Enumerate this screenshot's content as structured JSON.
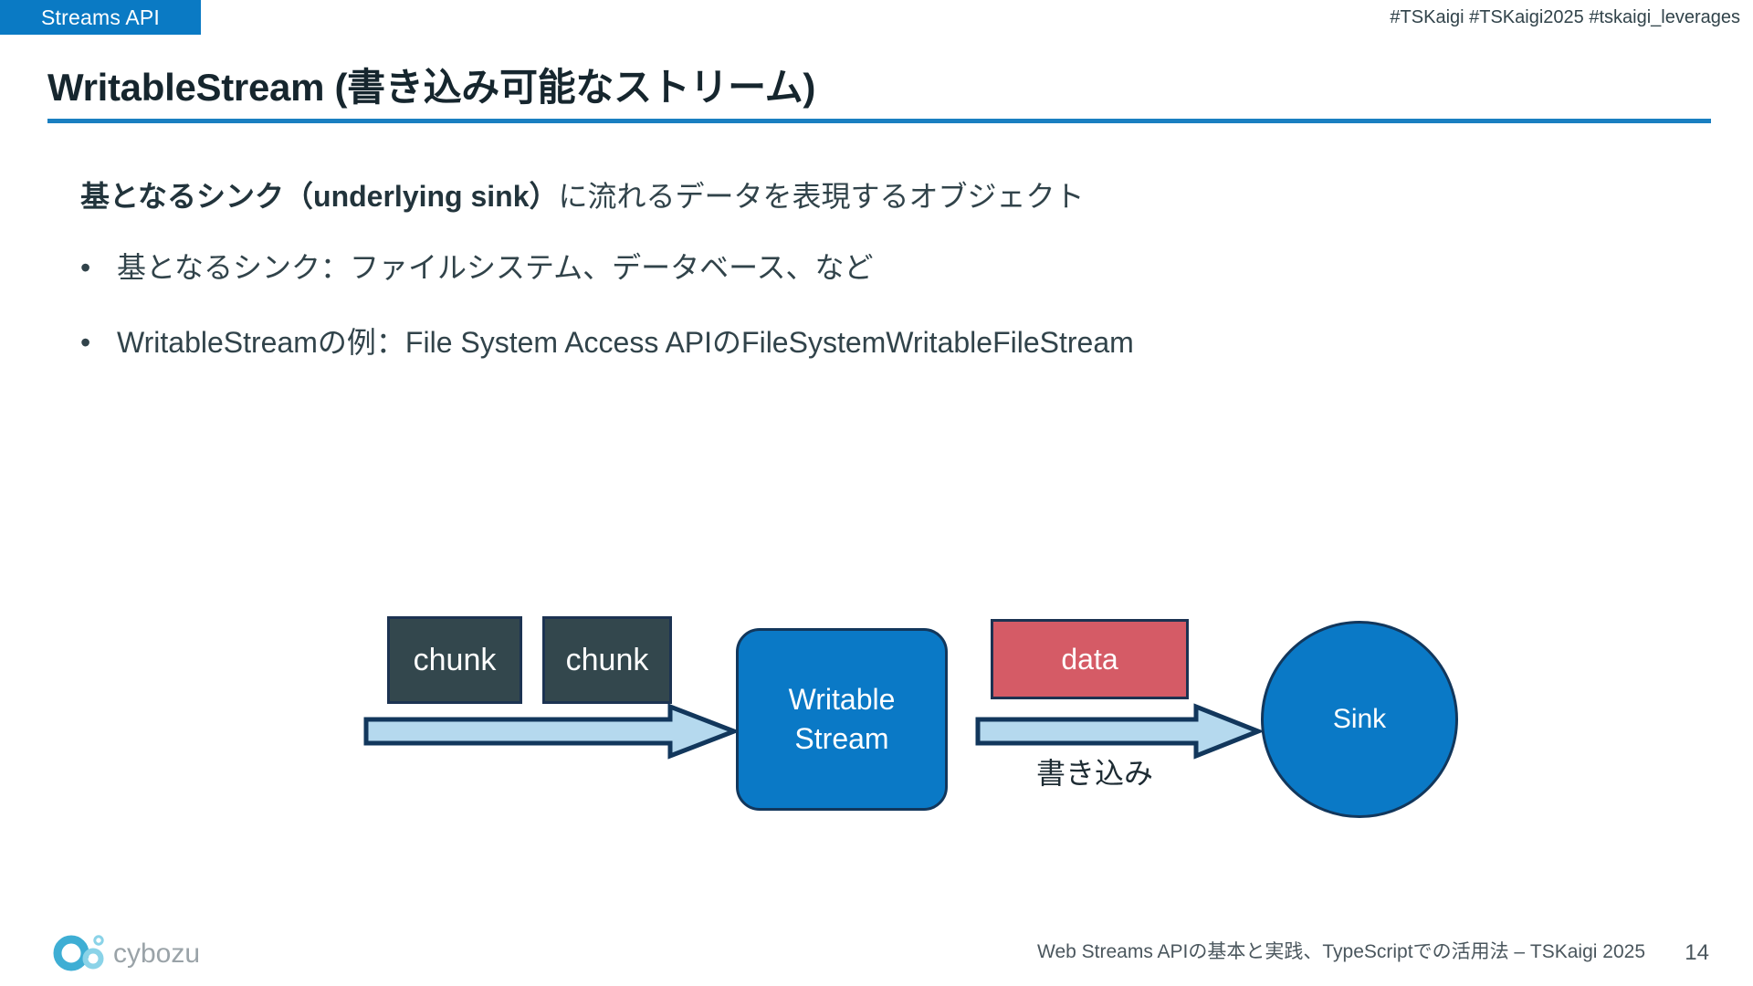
{
  "header": {
    "section_tag": "Streams API",
    "hashtags": "#TSKaigi #TSKaigi2025 #tskaigi_leverages",
    "title": "WritableStream (書き込み可能なストリーム)",
    "accent_color": "#1a7fc1",
    "tag_bg_color": "#0a7ac4"
  },
  "body": {
    "lead_bold": "基となるシンク（underlying sink）",
    "lead_rest": "に流れるデータを表現するオブジェクト",
    "bullets": [
      {
        "marker": "•",
        "text": "基となるシンク：ファイルシステム、データベース、など"
      },
      {
        "marker": "•",
        "text": "WritableStreamの例：File System Access APIのFileSystemWritableFileStream"
      }
    ]
  },
  "diagram": {
    "chunks": [
      {
        "label": "chunk"
      },
      {
        "label": "chunk"
      }
    ],
    "writable_stream": {
      "line1": "Writable",
      "line2": "Stream"
    },
    "data_box": {
      "label": "data"
    },
    "sink": {
      "label": "Sink"
    },
    "write_label": "書き込み",
    "colors": {
      "chunk_fill": "#33474d",
      "chunk_border": "#1c3352",
      "stream_fill": "#0a79c6",
      "stream_border": "#12375c",
      "data_fill": "#d55b66",
      "arrow_fill": "#b5d9ee",
      "arrow_border": "#12375c"
    }
  },
  "footer": {
    "logo_text": "cybozu",
    "note": "Web Streams APIの基本と実践、TypeScriptでの活用法 – TSKaigi 2025",
    "page_number": "14"
  }
}
